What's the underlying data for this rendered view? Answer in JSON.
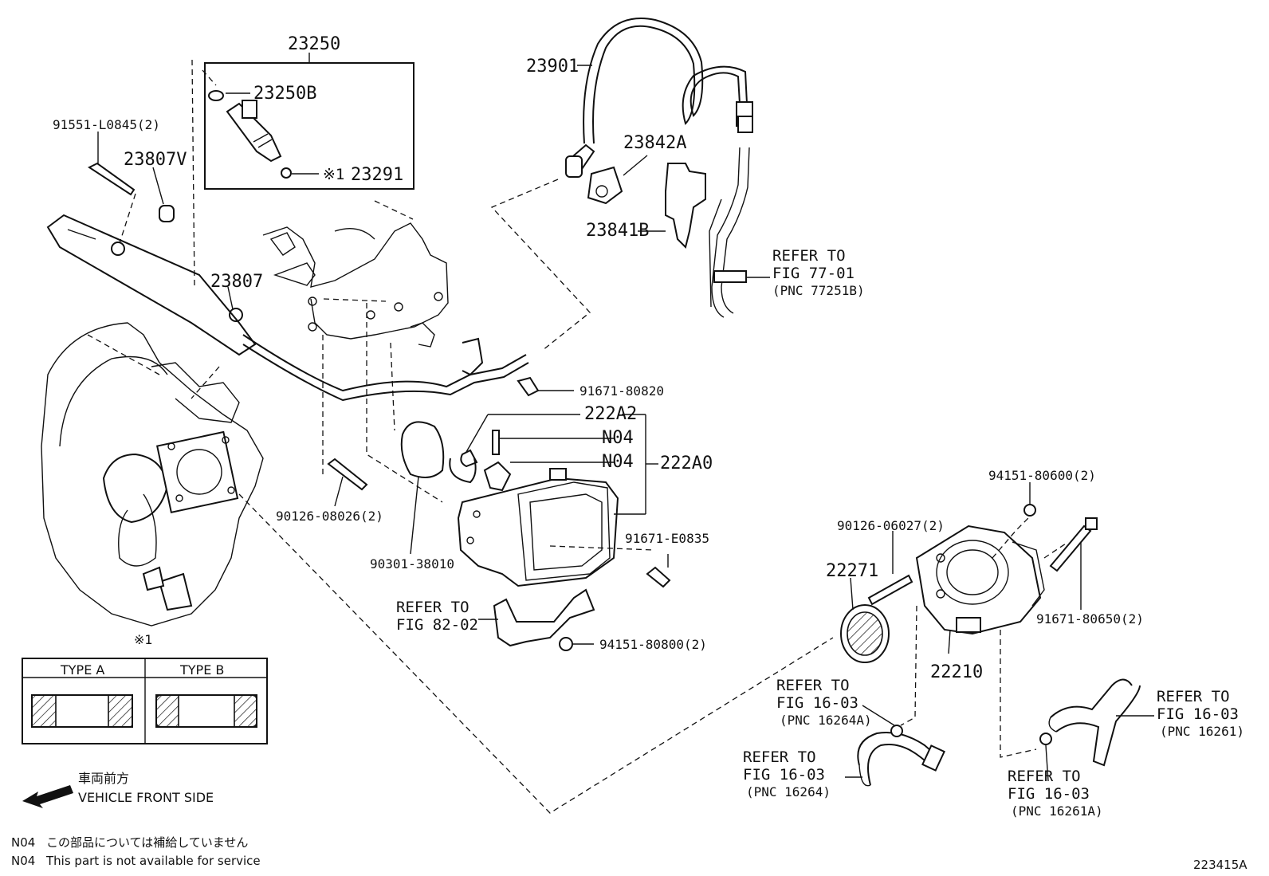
{
  "labels": {
    "p23250": "23250",
    "p23250B": "23250B",
    "p23291": "23291",
    "note_mark": "※1",
    "p91551": "91551-L0845(2)",
    "p23807V": "23807V",
    "p23807": "23807",
    "p23901": "23901",
    "p23842A": "23842A",
    "p23841B": "23841B",
    "refer_77_line1": "REFER TO",
    "refer_77_line2": "FIG 77-01",
    "refer_77_line3": "(PNC 77251B)",
    "p91671_80820": "91671-80820",
    "p222A2": "222A2",
    "n04_a": "N04",
    "n04_b": "N04",
    "p222A0": "222A0",
    "p90126_08026": "90126-08026(2)",
    "p91671_E0835": "91671-E0835",
    "p90301": "90301-38010",
    "refer_82_line1": "REFER TO",
    "refer_82_line2": "FIG 82-02",
    "p94151_80800": "94151-80800(2)",
    "p94151_80600": "94151-80600(2)",
    "p90126_06027": "90126-06027(2)",
    "p22271": "22271",
    "p91671_80650": "91671-80650(2)",
    "p22210": "22210",
    "refer_16264A_line1": "REFER TO",
    "refer_16264A_line2": "FIG 16-03",
    "refer_16264A_line3": "(PNC 16264A)",
    "refer_16264_line1": "REFER TO",
    "refer_16264_line2": "FIG 16-03",
    "refer_16264_line3": "(PNC 16264)",
    "refer_16261_line1": "REFER TO",
    "refer_16261_line2": "FIG 16-03",
    "refer_16261_line3": "(PNC 16261)",
    "refer_16261A_line1": "REFER TO",
    "refer_16261A_line2": "FIG 16-03",
    "refer_16261A_line3": "(PNC 16261A)"
  },
  "type_table": {
    "mark": "※1",
    "type_a": "TYPE A",
    "type_b": "TYPE B"
  },
  "direction": {
    "jp": "車両前方",
    "en": "VEHICLE FRONT SIDE"
  },
  "footnotes": {
    "code1": "N04",
    "text1": "この部品については補給していません",
    "code2": "N04",
    "text2": "This part is not available for service"
  },
  "figure_id": "223415A"
}
